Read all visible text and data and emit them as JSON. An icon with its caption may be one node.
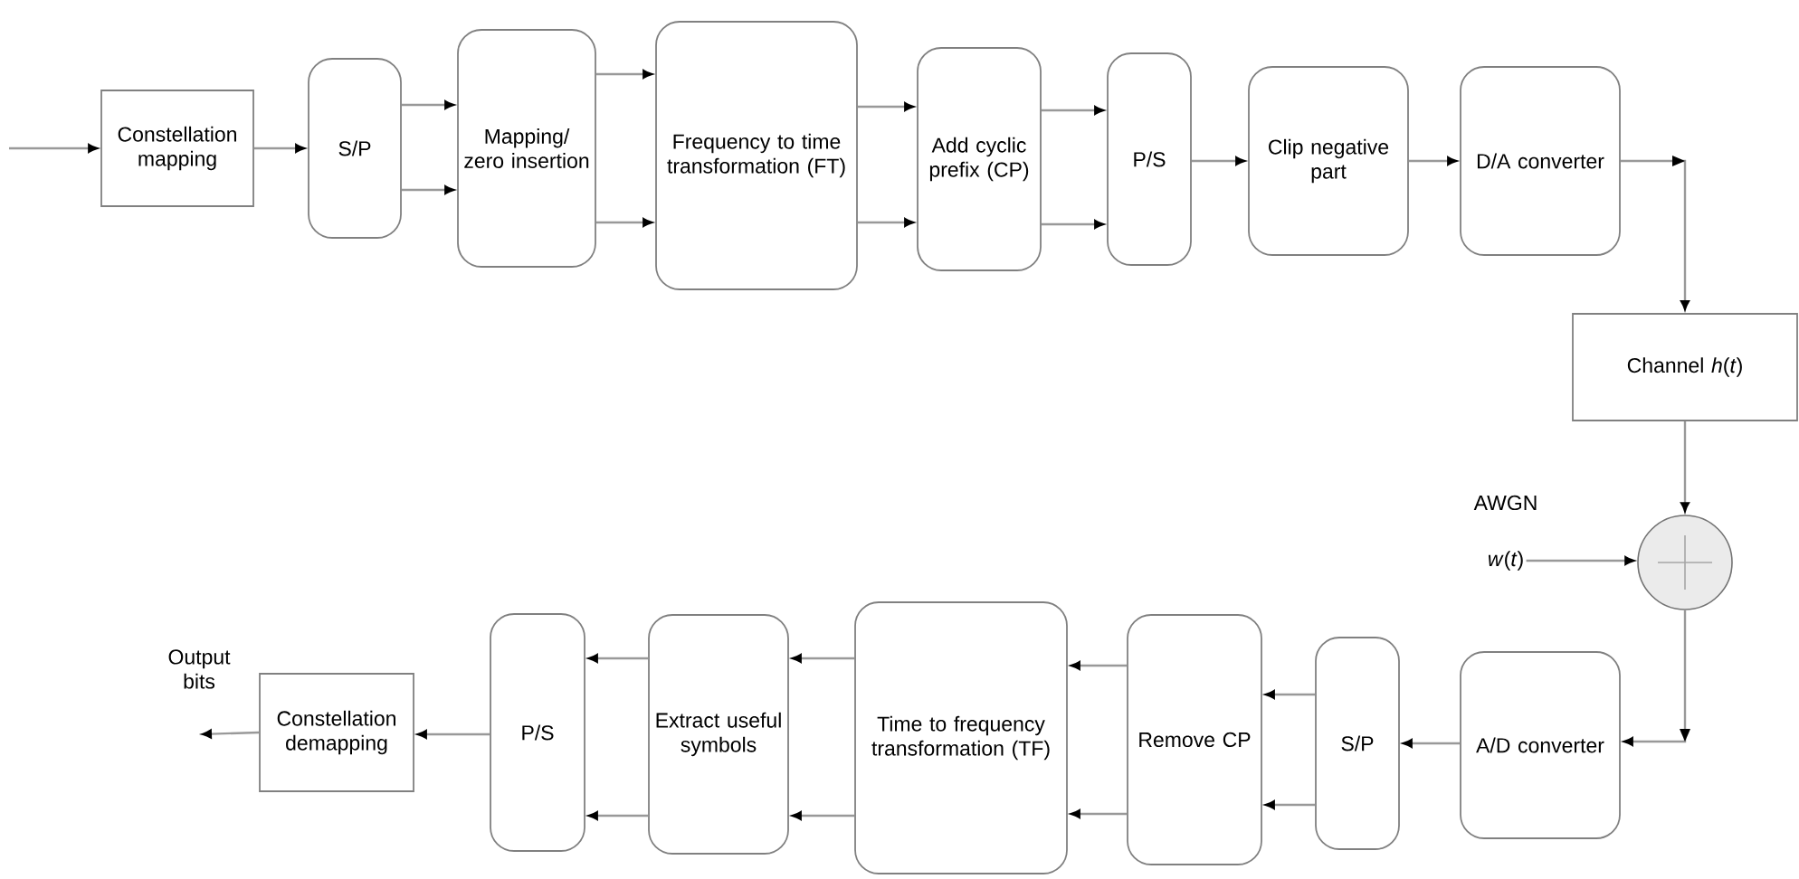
{
  "diagram": {
    "nodes": [
      {
        "text": [
          "Constellation mapping"
        ]
      },
      {
        "text": [
          "S/P"
        ]
      },
      {
        "text": [
          "Mapping/ zero insertion"
        ]
      },
      {
        "text": [
          "Frequency to time transformation (FT)"
        ]
      },
      {
        "text": [
          "Add cyclic prefix (CP)"
        ]
      },
      {
        "text": [
          "P/S"
        ]
      },
      {
        "text": [
          "Clip negative part"
        ]
      },
      {
        "text": [
          "D/A converter"
        ]
      },
      {
        "text": [
          "Channel *h*(*t*)"
        ]
      },
      {
        "text": [
          "*w*(*t*)"
        ]
      },
      {
        "text": [],
        "shape": "circle"
      },
      {
        "text": [
          "A/D converter"
        ]
      },
      {
        "text": [
          "S/P"
        ]
      },
      {
        "text": [
          "Remove CP"
        ]
      },
      {
        "text": [
          "Time to frequency transformation (TF)"
        ]
      },
      {
        "text": [
          "Extract useful symbols"
        ]
      },
      {
        "text": [
          "P/S"
        ]
      },
      {
        "text": [
          "Constellation demapping"
        ]
      }
    ],
    "edges": [
      {
        "from": null,
        "to": 0,
        "arrow": "to"
      },
      {
        "from": 0,
        "to": 1,
        "arrow": "to"
      },
      {
        "from": 1,
        "to": 2,
        "arrow": "to"
      },
      {
        "from": 1,
        "to": 2,
        "arrow": "to"
      },
      {
        "from": 2,
        "to": 3,
        "arrow": "to"
      },
      {
        "from": 2,
        "to": 3,
        "arrow": "to"
      },
      {
        "from": 3,
        "to": 4,
        "arrow": "to"
      },
      {
        "from": 3,
        "to": 4,
        "arrow": "to"
      },
      {
        "from": 4,
        "to": 5,
        "arrow": "to"
      },
      {
        "from": 4,
        "to": 5,
        "arrow": "to"
      },
      {
        "from": 5,
        "to": 6,
        "arrow": "to"
      },
      {
        "from": 6,
        "to": 7,
        "arrow": "to"
      },
      {
        "from": 7,
        "to": 8,
        "arrow": "to"
      },
      {
        "from": 8,
        "to": 10,
        "arrow": "to"
      },
      {
        "from": 9,
        "to": 10,
        "arrow": "to"
      },
      {
        "from": 10,
        "to": 11,
        "arrow": "to"
      },
      {
        "from": 11,
        "to": 12,
        "arrow": "to"
      },
      {
        "from": 12,
        "to": 13,
        "arrow": "to"
      },
      {
        "from": 12,
        "to": 13,
        "arrow": "to"
      },
      {
        "from": 13,
        "to": 14,
        "arrow": "to"
      },
      {
        "from": 13,
        "to": 14,
        "arrow": "to"
      },
      {
        "from": 14,
        "to": 15,
        "arrow": "to"
      },
      {
        "from": 14,
        "to": 15,
        "arrow": "to"
      },
      {
        "from": 15,
        "to": 16,
        "arrow": "to"
      },
      {
        "from": 15,
        "to": 16,
        "arrow": "to"
      },
      {
        "from": 16,
        "to": 17,
        "arrow": "to"
      },
      {
        "from": 17,
        "to": null,
        "arrow": "to"
      }
    ],
    "labels": [
      "AWGN",
      "Output bits"
    ]
  }
}
